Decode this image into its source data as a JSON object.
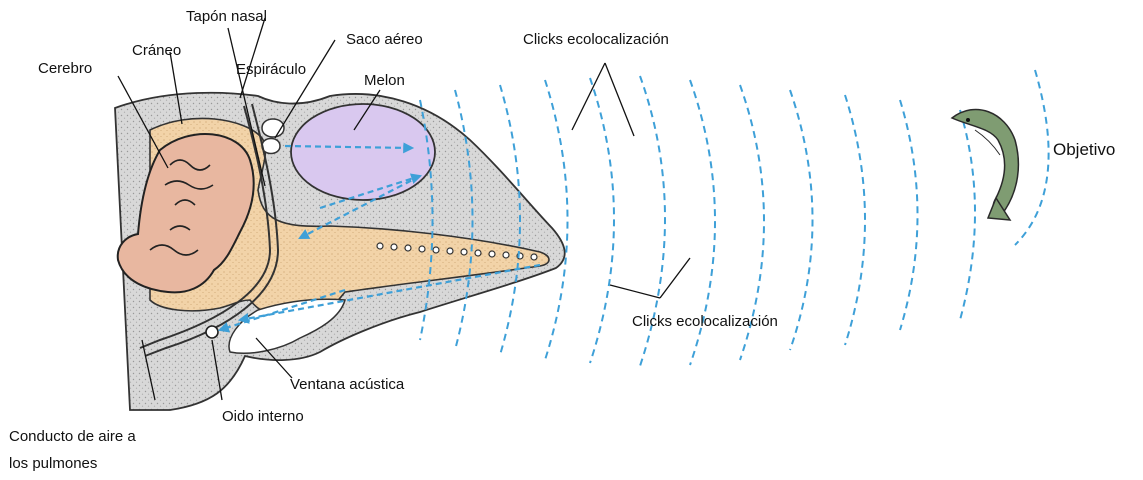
{
  "labels": {
    "tapon_nasal": "Tapón nasal",
    "saco_aereo": "Saco aéreo",
    "clicks_top": "Clicks ecolocalización",
    "craneo": "Cráneo",
    "cerebro": "Cerebro",
    "espiraculo": "Espiráculo",
    "melon": "Melon",
    "objetivo": "Objetivo",
    "clicks_bottom": "Clicks ecolocalización",
    "ventana_acustica": "Ventana acústica",
    "oido_interno": "Oido interno",
    "conducto_line1": "Conducto de aire a",
    "conducto_line2": "los pulmones"
  },
  "colors": {
    "skin": "#d9d9d9",
    "skull": "#f2d3a8",
    "brain": "#e8b7a0",
    "melon": "#d9c8ef",
    "wave": "#3ea0d8",
    "fish": "#7f9c72"
  }
}
